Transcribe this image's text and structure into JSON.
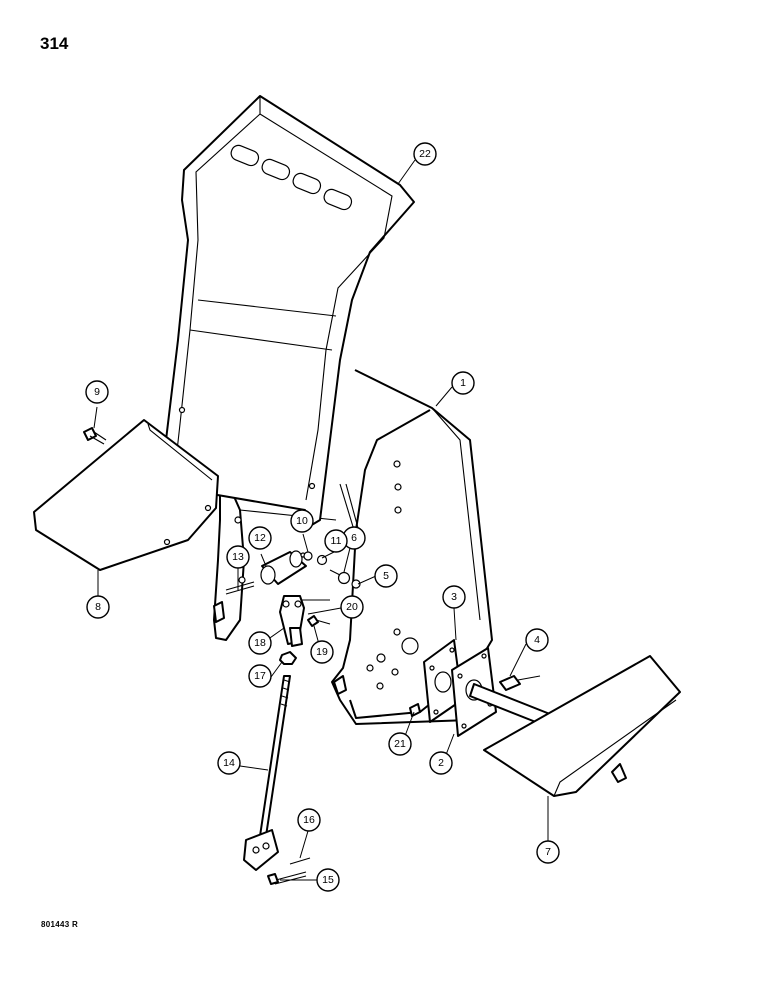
{
  "page": {
    "number": "314",
    "drawing_code": "801443 R"
  },
  "callouts": [
    {
      "label": "1"
    },
    {
      "label": "2"
    },
    {
      "label": "3"
    },
    {
      "label": "4"
    },
    {
      "label": "5"
    },
    {
      "label": "6"
    },
    {
      "label": "7"
    },
    {
      "label": "8"
    },
    {
      "label": "9"
    },
    {
      "label": "10"
    },
    {
      "label": "11"
    },
    {
      "label": "12"
    },
    {
      "label": "13"
    },
    {
      "label": "14"
    },
    {
      "label": "15"
    },
    {
      "label": "16"
    },
    {
      "label": "17"
    },
    {
      "label": "18"
    },
    {
      "label": "19"
    },
    {
      "label": "20"
    },
    {
      "label": "21"
    },
    {
      "label": "22"
    }
  ]
}
